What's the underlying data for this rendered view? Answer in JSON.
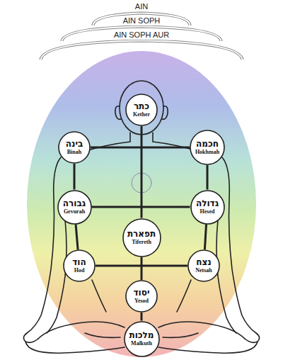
{
  "diagram": {
    "nodes": [
      {
        "text": [
          "כתר",
          "Kether"
        ]
      },
      {
        "text": [
          "בינה",
          "Binah"
        ]
      },
      {
        "text": [
          "חכמה",
          "Hokhmah"
        ]
      },
      {
        "text": [
          "גבורה",
          "Gevurah"
        ]
      },
      {
        "text": [
          "גדולה",
          "Hesed"
        ]
      },
      {
        "text": [
          "תפארת",
          "Tifereth"
        ]
      },
      {
        "text": [
          "הוד",
          "Hod"
        ]
      },
      {
        "text": [
          "נצח",
          "Netsah"
        ]
      },
      {
        "text": [
          "יסוד",
          "Yesod"
        ]
      },
      {
        "text": [
          "מלכות",
          "Malkuth"
        ]
      }
    ],
    "edges": [
      {
        "from": 0,
        "to": 5,
        "arrow": "none"
      },
      {
        "from": 1,
        "to": 2,
        "arrow": "none"
      },
      {
        "from": 1,
        "to": 3,
        "arrow": "none"
      },
      {
        "from": 2,
        "to": 4,
        "arrow": "none"
      },
      {
        "from": 3,
        "to": 4,
        "arrow": "none"
      },
      {
        "from": 3,
        "to": 6,
        "arrow": "none"
      },
      {
        "from": 4,
        "to": 7,
        "arrow": "none"
      },
      {
        "from": 6,
        "to": 7,
        "arrow": "none"
      },
      {
        "from": 5,
        "to": 8,
        "arrow": "none"
      },
      {
        "from": 8,
        "to": 9,
        "arrow": "none"
      }
    ],
    "labels": [
      "AIN",
      "AIN SOPH",
      "AIN SOPH AUR"
    ]
  }
}
